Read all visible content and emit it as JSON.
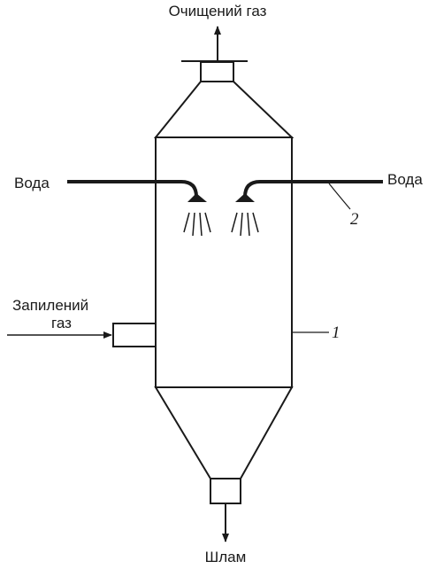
{
  "labels": {
    "outlet_gas": "Очищений газ",
    "water_left": "Вода",
    "water_right": "Вода",
    "inlet_gas_line1": "Запилений",
    "inlet_gas_line2": "газ",
    "sludge": "Шлам"
  },
  "callouts": {
    "body": "1",
    "water_pipe": "2"
  },
  "colors": {
    "ink": "#1a1a1a",
    "background": "#ffffff"
  }
}
